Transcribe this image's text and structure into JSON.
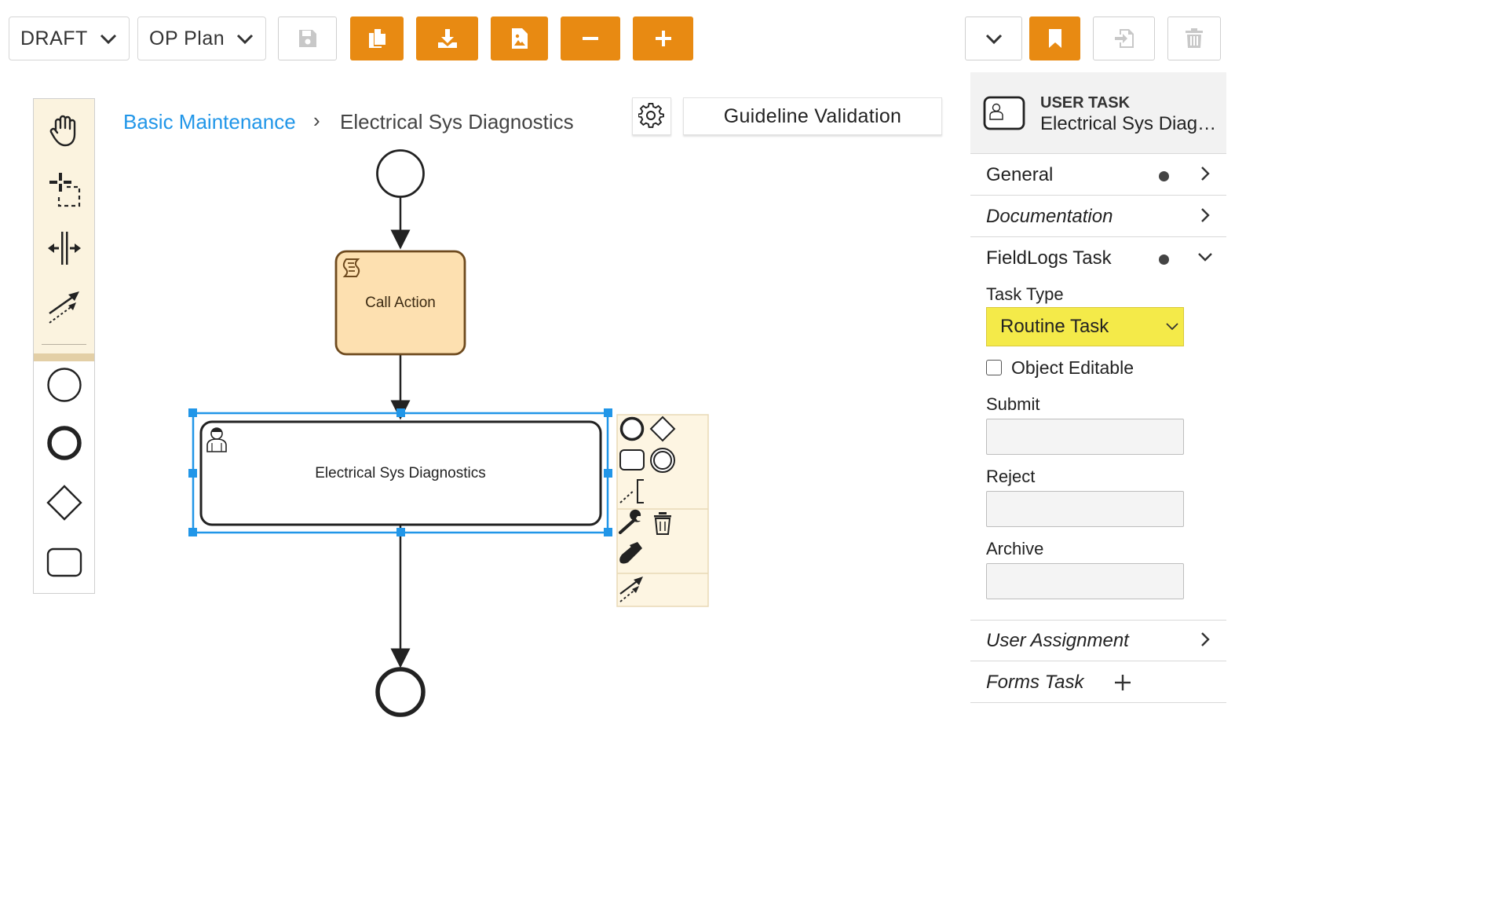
{
  "toolbar": {
    "status_dropdown": "DRAFT",
    "plan_dropdown": "OP Plan",
    "accent_color": "#e88a12"
  },
  "palette": {
    "tools": [
      "hand-tool-icon",
      "lasso-tool-icon",
      "space-tool-icon",
      "connect-tool-icon"
    ],
    "shapes": [
      "start-event-icon",
      "end-event-icon",
      "gateway-icon",
      "task-icon"
    ]
  },
  "breadcrumb": {
    "parent": "Basic Maintenance",
    "separator": "›",
    "current": "Electrical Sys Diagnostics"
  },
  "actions": {
    "guideline_validation": "Guideline Validation"
  },
  "diagram": {
    "call_action_label": "Call Action",
    "selected_task_label": "Electrical Sys Diagnostics"
  },
  "properties": {
    "element_type": "USER TASK",
    "element_name": "Electrical Sys Diag…",
    "groups": {
      "general": "General",
      "documentation": "Documentation",
      "fieldlogs": "FieldLogs Task",
      "user_assignment": "User Assignment",
      "forms_task": "Forms Task"
    },
    "task_type_label": "Task Type",
    "task_type_value": "Routine Task",
    "object_editable_label": "Object Editable",
    "submit_label": "Submit",
    "reject_label": "Reject",
    "archive_label": "Archive",
    "highlight_color": "#f4ea49"
  }
}
